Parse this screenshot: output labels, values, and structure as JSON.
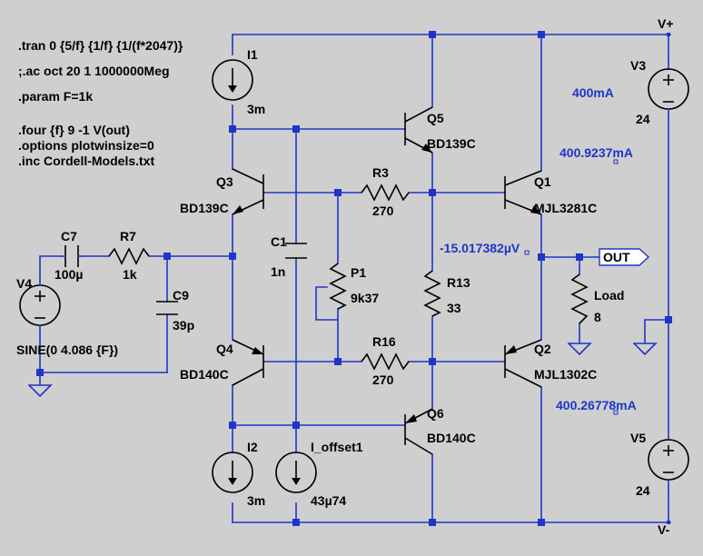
{
  "directives": [
    ".tran 0 {5/f} {1/f} {1/(f*2047)}",
    ";.ac oct 20 1 1000000Meg",
    ".param F=1k",
    ".four {f} 9 -1 V(out)",
    ".options plotwinsize=0",
    ".inc Cordell-Models.txt"
  ],
  "components": {
    "I1": {
      "name": "I1",
      "value": "3m"
    },
    "I2": {
      "name": "I2",
      "value": "3m"
    },
    "I_offset1": {
      "name": "I_offset1",
      "value": "43µ74"
    },
    "Q1": {
      "name": "Q1",
      "model": "MJL3281C"
    },
    "Q2": {
      "name": "Q2",
      "model": "MJL1302C"
    },
    "Q3": {
      "name": "Q3",
      "model": "BD139C"
    },
    "Q4": {
      "name": "Q4",
      "model": "BD140C"
    },
    "Q5": {
      "name": "Q5",
      "model": "BD139C"
    },
    "Q6": {
      "name": "Q6",
      "model": "BD140C"
    },
    "R3": {
      "name": "R3",
      "value": "270"
    },
    "R16": {
      "name": "R16",
      "value": "270"
    },
    "R13": {
      "name": "R13",
      "value": "33"
    },
    "R7": {
      "name": "R7",
      "value": "1k"
    },
    "P1": {
      "name": "P1",
      "value": "9k37"
    },
    "C1": {
      "name": "C1",
      "value": "1n"
    },
    "C7": {
      "name": "C7",
      "value": "100µ"
    },
    "C9": {
      "name": "C9",
      "value": "39p"
    },
    "Load": {
      "name": "Load",
      "value": "8"
    },
    "V3": {
      "name": "V3",
      "value": "24"
    },
    "V4": {
      "name": "V4",
      "value": "SINE(0 4.086 {F})"
    },
    "V5": {
      "name": "V5",
      "value": "24"
    }
  },
  "nets": {
    "vplus": "V+",
    "vminus": "V-",
    "out": "OUT"
  },
  "annotations": {
    "v3_current": "400mA",
    "q1_current": "400.9237mA",
    "q2_current": "400.26778mA",
    "out_voltage": "-15.017382µV"
  },
  "colors": {
    "background": "#cfcfcf",
    "wire": "#1f35c9",
    "component": "#000000",
    "annotation": "#1f35c9"
  }
}
